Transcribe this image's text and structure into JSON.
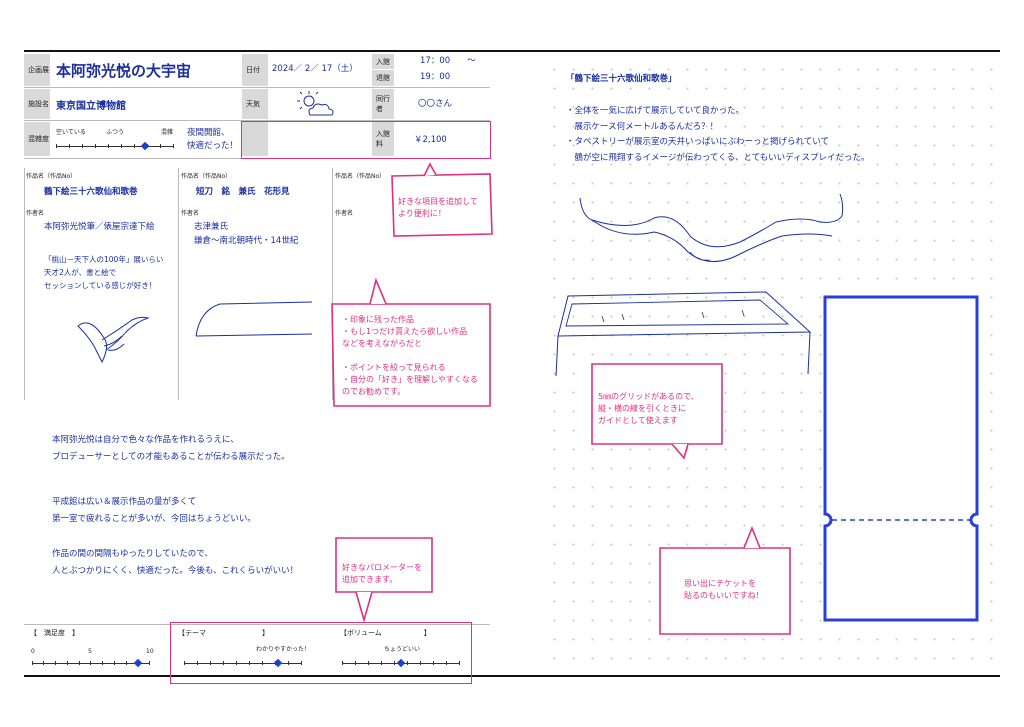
{
  "header": {
    "plan_label": "企画展",
    "title": "本阿弥光悦の大宇宙",
    "date_label": "日付",
    "date_value": "2024／ 2／ 17（土）",
    "in_label": "入館",
    "in_time": "17：00　　～",
    "out_label": "退館",
    "out_time": "19：00",
    "facility_label": "施設名",
    "facility_value": "東京国立博物館",
    "weather_label": "天気",
    "companion_label": "同行者",
    "companion_value": "〇〇さん",
    "crowd_label": "混雑度",
    "crowd_low": "空いている",
    "crowd_mid": "ふつう",
    "crowd_high": "混雑",
    "crowd_level": 0.75,
    "crowd_note": "夜間開館、\n快適だった！",
    "fee_label": "入館料",
    "fee_value": "￥2,100"
  },
  "works": [
    {
      "label": "作品名（作品No）",
      "title": "鶴下絵三十六歌仙和歌巻",
      "artist_label": "作者名",
      "artist": "本阿弥光悦筆／俵屋宗達下絵",
      "note": "「桃山－天下人の100年」展いらい\n天才2人が、書と絵で\nセッションしている感じが好き！"
    },
    {
      "label": "作品名（作品No）",
      "title": "短刀　銘　兼氏　花形見",
      "artist_label": "作者名",
      "artist": "志津兼氏\n鎌倉～南北朝時代・14世紀"
    },
    {
      "label": "作品名（作品No）",
      "artist_label": "作者名"
    }
  ],
  "callouts": {
    "add_items": "好きな項目を追加して\nより便利に！",
    "impression": "・印象に残った作品\n・もし1つだけ貰えたら欲しい作品\nなどを考えながらだと\n\n・ポイントを絞って見られる\n・自分の「好き」を理解しやすくなる\nのでお勧めです。",
    "params": "好きなパロメーターを\n追加できます。",
    "grid": "5㎜のグリッドがあるので、\n縦・横の線を引くときに\nガイドとして使えます",
    "ticket": "思い出にチケットを\n貼るのもいいですね！"
  },
  "review": {
    "p1": "本阿弥光悦は自分で色々な作品を作れるうえに、\nプロデューサーとしての才能もあることが伝わる展示だった。",
    "p2": "平成館は広い＆展示作品の量が多くて\n第一室で疲れることが多いが、今回はちょうどいい。",
    "p3": "作品の間の間隔もゆったりしていたので、\n人とぶつかりにくく、快適だった。今後も、これくらいがいい！"
  },
  "ratings": {
    "satisfaction_label": "【　満足度　】",
    "sat_min": "0",
    "sat_mid": "5",
    "sat_max": "10",
    "sat_value": 9,
    "theme_label": "【テーマ　　　　　　　　】",
    "theme_note": "わかりやすかった！",
    "theme_level": 0.8,
    "volume_label": "【ボリューム　　　　　　】",
    "volume_note": "ちょうどいい",
    "volume_level": 0.5
  },
  "right_page": {
    "heading": "「鶴下絵三十六歌仙和歌巻」",
    "text": "・全体を一気に広げて展示していて良かった。\n　展示ケース何メートルあるんだろ？！\n・タペストリーが展示室の天井いっぱいにぶわーっと掲げられていて\n　鶴が空に飛翔するイメージが伝わってくる、とてもいいディスプレイだった。"
  }
}
